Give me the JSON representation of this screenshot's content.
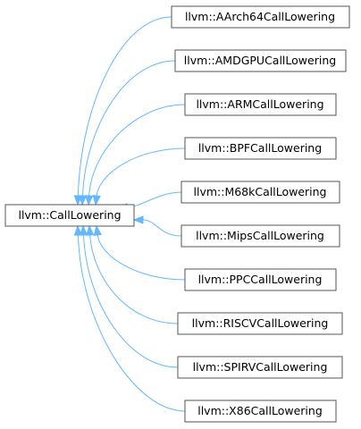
{
  "diagram": {
    "colors": {
      "edge": "#63b8ff",
      "node_border": "#555555",
      "node_fill": "#ffffff",
      "text": "#000000"
    },
    "base": {
      "label": "llvm::CallLowering"
    },
    "derived": [
      {
        "label": "llvm::AArch64CallLowering"
      },
      {
        "label": "llvm::AMDGPUCallLowering"
      },
      {
        "label": "llvm::ARMCallLowering"
      },
      {
        "label": "llvm::BPFCallLowering"
      },
      {
        "label": "llvm::M68kCallLowering"
      },
      {
        "label": "llvm::MipsCallLowering"
      },
      {
        "label": "llvm::PPCCallLowering"
      },
      {
        "label": "llvm::RISCVCallLowering"
      },
      {
        "label": "llvm::SPIRVCallLowering"
      },
      {
        "label": "llvm::X86CallLowering"
      }
    ]
  }
}
